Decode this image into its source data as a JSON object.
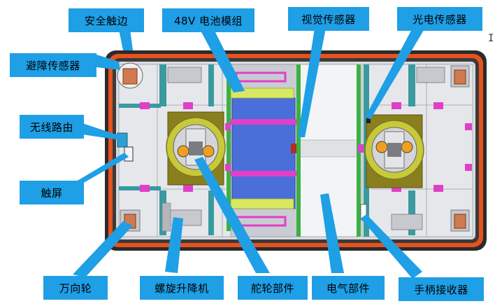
{
  "labels": {
    "safety_edge": "安全触边",
    "battery_module": "48V 电池模组",
    "vision_sensor": "视觉传感器",
    "photo_sensor": "光电传感器",
    "obstacle_sensor": "避障传感器",
    "wireless_router": "无线路由",
    "touch_screen": "触屏",
    "caster": "万向轮",
    "screw_lift": "螺旋升降机",
    "steering_wheel": "舵轮部件",
    "electrical": "电气部件",
    "handle_receiver": "手柄接收器"
  },
  "cursor_glyph": "I",
  "colors": {
    "callout": "#1e9fe6",
    "bumper": "#e8521e",
    "frame": "#2a2a2a",
    "battery": "#4a6fd8",
    "green": "#3cb043",
    "magenta": "#e040c8",
    "yellow_plate": "#d8e862",
    "teal": "#3a9aa0"
  }
}
